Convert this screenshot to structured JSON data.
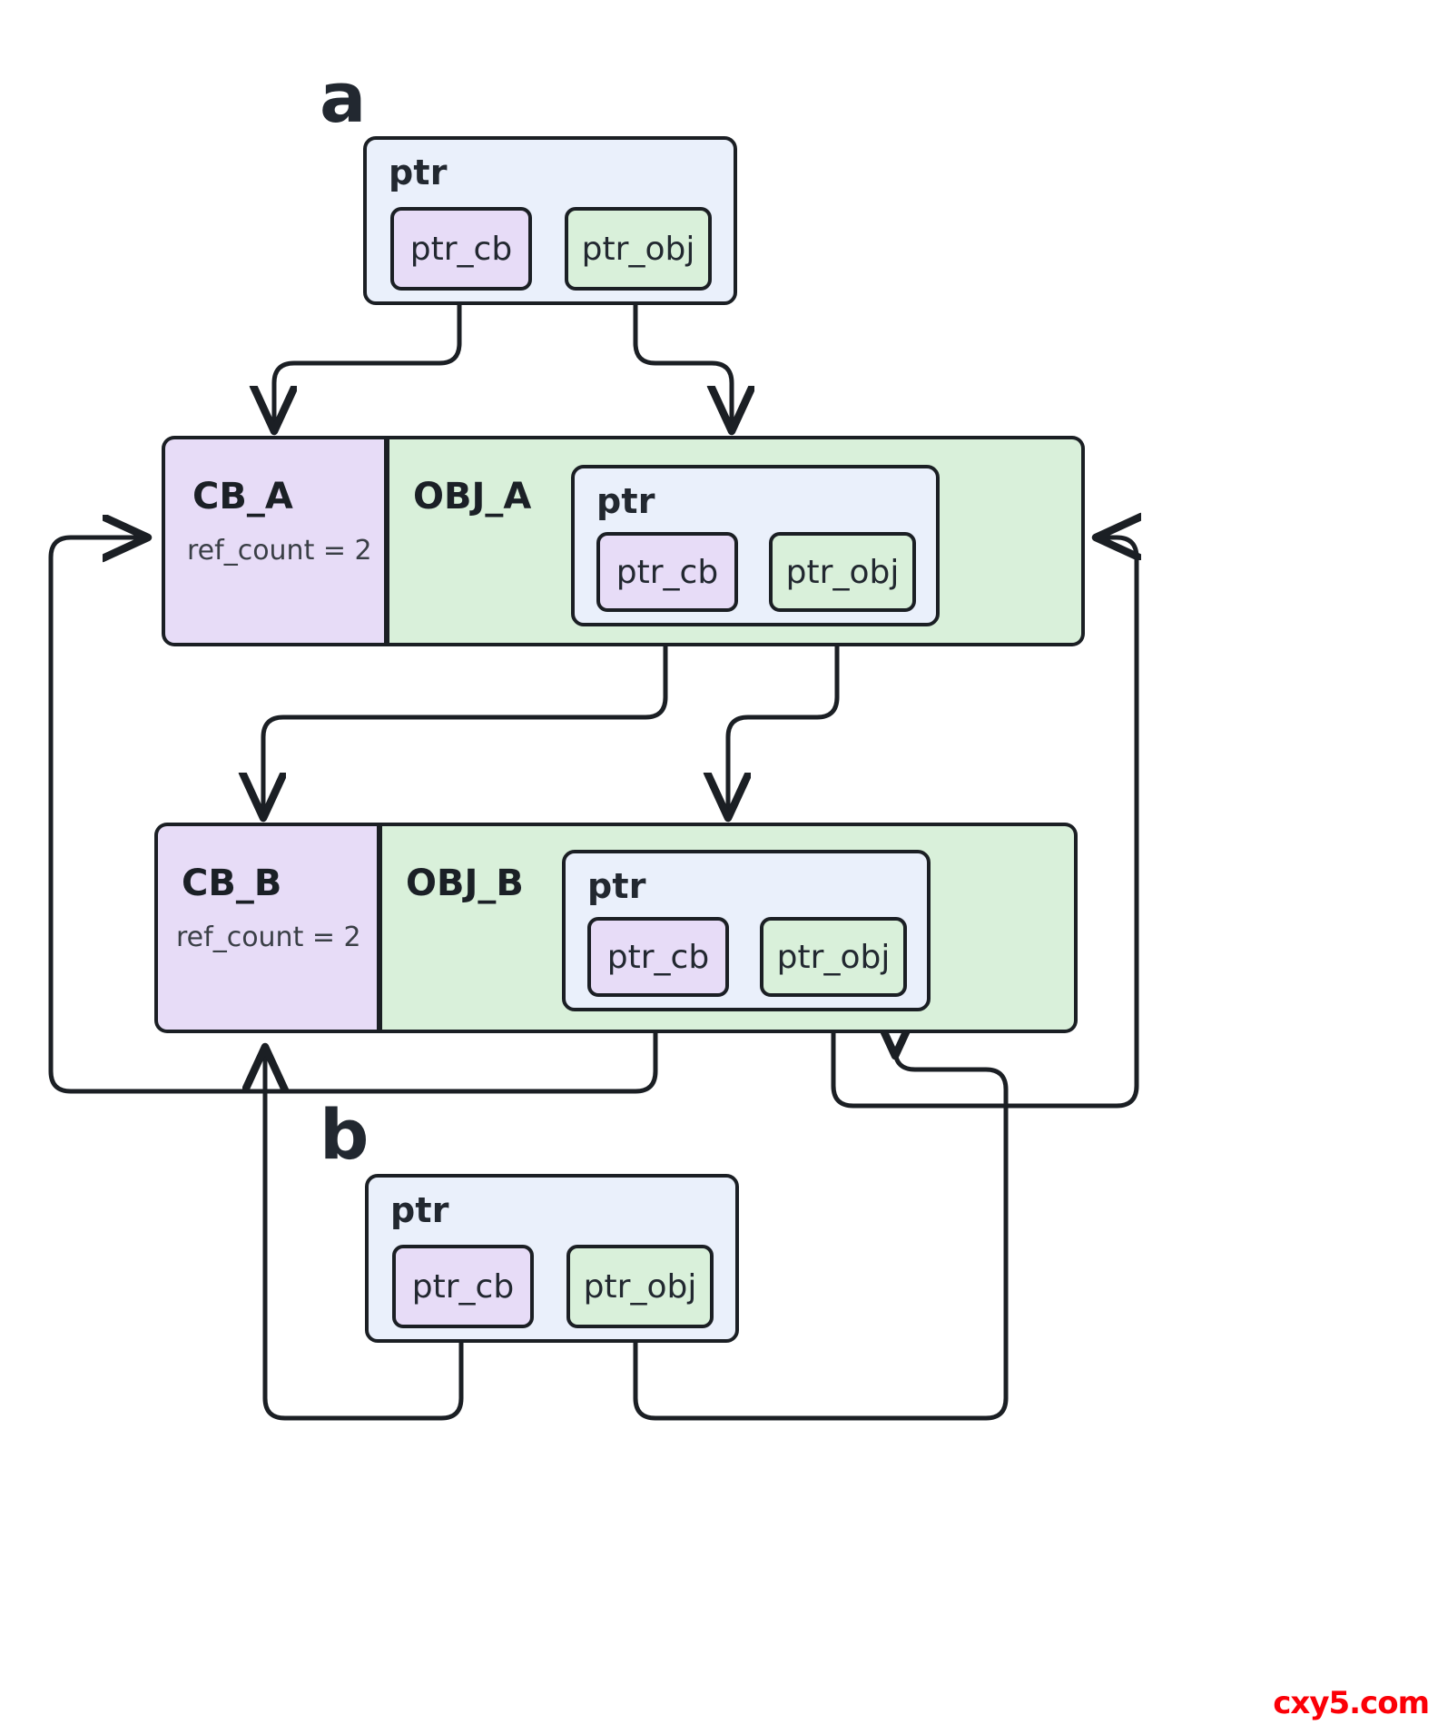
{
  "panels": [
    {
      "letter": "a"
    },
    {
      "letter": "b"
    }
  ],
  "labels": {
    "ptr": "ptr",
    "ptr_cb": "ptr_cb",
    "ptr_obj": "ptr_obj",
    "cb_a": "CB_A",
    "cb_b": "CB_B",
    "obj_a": "OBJ_A",
    "obj_b": "OBJ_B",
    "ref_count_a": "ref_count = 2",
    "ref_count_b": "ref_count = 2"
  },
  "watermark": "cxy5.com",
  "colors": {
    "stroke": "#1b1f24",
    "ptr_frame_fill": "#eaf0fb",
    "control_block_fill": "#e7dcf7",
    "object_fill": "#d9f0da",
    "text": "#222830",
    "watermark": "#fb0007",
    "background": "#ffffff"
  },
  "diagram": {
    "type": "object-reference-graph",
    "description": "Two shared_ptr owners (a and b) referencing two reference-counted objects OBJ_A and OBJ_B whose embedded ptr members point at each other, forming a reference cycle with ref_count = 2 on each control block.",
    "nodes": [
      {
        "id": "ptr_a",
        "label": "ptr",
        "panel": "a",
        "fields": [
          "ptr_cb",
          "ptr_obj"
        ]
      },
      {
        "id": "cb_a",
        "label": "CB_A",
        "ref_count": 2
      },
      {
        "id": "obj_a",
        "label": "OBJ_A",
        "contains": "ptr"
      },
      {
        "id": "ptr_in_obj_a",
        "label": "ptr",
        "fields": [
          "ptr_cb",
          "ptr_obj"
        ]
      },
      {
        "id": "cb_b",
        "label": "CB_B",
        "ref_count": 2
      },
      {
        "id": "obj_b",
        "label": "OBJ_B",
        "contains": "ptr"
      },
      {
        "id": "ptr_in_obj_b",
        "label": "ptr",
        "fields": [
          "ptr_cb",
          "ptr_obj"
        ]
      },
      {
        "id": "ptr_b",
        "label": "ptr",
        "panel": "b",
        "fields": [
          "ptr_cb",
          "ptr_obj"
        ]
      }
    ],
    "edges": [
      {
        "from": "ptr_a.ptr_cb",
        "to": "cb_a"
      },
      {
        "from": "ptr_a.ptr_obj",
        "to": "obj_a"
      },
      {
        "from": "ptr_in_obj_a.ptr_cb",
        "to": "cb_b"
      },
      {
        "from": "ptr_in_obj_a.ptr_obj",
        "to": "obj_b"
      },
      {
        "from": "ptr_in_obj_b.ptr_cb",
        "to": "cb_a"
      },
      {
        "from": "ptr_in_obj_b.ptr_obj",
        "to": "obj_a"
      },
      {
        "from": "ptr_b.ptr_cb",
        "to": "cb_b"
      },
      {
        "from": "ptr_b.ptr_obj",
        "to": "obj_b"
      }
    ]
  }
}
